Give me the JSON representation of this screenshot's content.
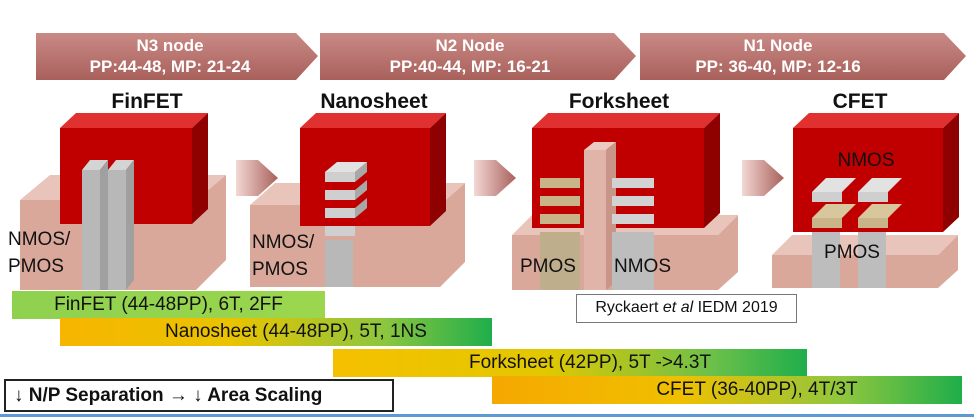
{
  "nodes": [
    {
      "name": "N3 node",
      "pitch": "PP:44-48, MP: 21-24"
    },
    {
      "name": "N2 Node",
      "pitch": "PP:40-44, MP: 16-21"
    },
    {
      "name": "N1 Node",
      "pitch": "PP: 36-40, MP: 12-16"
    }
  ],
  "devices": [
    {
      "title": "FinFET",
      "labels": [
        "NMOS/",
        "PMOS"
      ]
    },
    {
      "title": "Nanosheet",
      "labels": [
        "NMOS/",
        "PMOS"
      ]
    },
    {
      "title": "Forksheet",
      "labels": [
        "PMOS",
        "NMOS"
      ]
    },
    {
      "title": "CFET",
      "labels": [
        "NMOS",
        "PMOS"
      ]
    }
  ],
  "bars": {
    "finfet": "FinFET (44-48PP), 6T, 2FF",
    "nanosheet": "Nanosheet (44-48PP), 5T, 1NS",
    "forksheet": "Forksheet (42PP), 5T ->4.3T",
    "cfet": "CFET (36-40PP), 4T/3T"
  },
  "citation": {
    "authors": "Ryckaert",
    "etal": "et al",
    "venue": "IEDM 2019"
  },
  "scaling_note": "↓ N/P Separation → ↓ Area Scaling",
  "colors": {
    "node_arrow": "#b8706c",
    "gate_red": "#c00000",
    "substrate": "#e0b4a8",
    "channel_gray": "#c8c8c8",
    "channel_tan": "#c9b48a"
  }
}
